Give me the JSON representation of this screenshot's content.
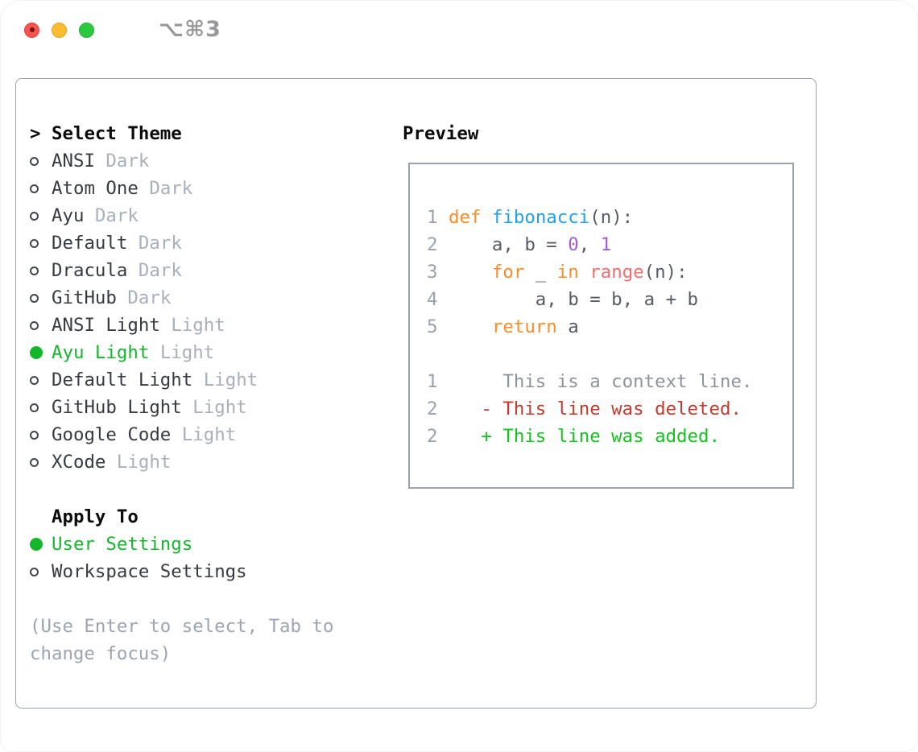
{
  "window": {
    "shortcut_label": "⌥⌘3"
  },
  "colors": {
    "sel_green": "#14b72c",
    "kw_orange": "#f98d2b",
    "fn_blue": "#21a0f0",
    "builtin_red": "#f56d6d",
    "num_purple": "#a05fd2",
    "code_text": "#565c63",
    "line_number": "#9aa2ad",
    "context_gray": "#8d949c",
    "diff_del": "#c43a2c",
    "diff_add": "#15c21f",
    "item_text": "#363b42",
    "tag_gray": "#a7b0bb",
    "hint_gray": "#9ba5b1",
    "border_gray": "#9aa3ae",
    "traffic_red": "#f4564f",
    "traffic_yellow": "#fcbc2f",
    "traffic_green": "#2bc840",
    "shortcut_gray": "#97989b"
  },
  "theme_list": {
    "header_prefix": ">",
    "header": "Select Theme",
    "items": [
      {
        "name": "ANSI",
        "tag": "Dark",
        "selected": false
      },
      {
        "name": "Atom One",
        "tag": "Dark",
        "selected": false
      },
      {
        "name": "Ayu",
        "tag": "Dark",
        "selected": false
      },
      {
        "name": "Default",
        "tag": "Dark",
        "selected": false
      },
      {
        "name": "Dracula",
        "tag": "Dark",
        "selected": false
      },
      {
        "name": "GitHub",
        "tag": "Dark",
        "selected": false
      },
      {
        "name": "ANSI Light",
        "tag": "Light",
        "selected": false
      },
      {
        "name": "Ayu Light",
        "tag": "Light",
        "selected": true
      },
      {
        "name": "Default Light",
        "tag": "Light",
        "selected": false
      },
      {
        "name": "GitHub Light",
        "tag": "Light",
        "selected": false
      },
      {
        "name": "Google Code",
        "tag": "Light",
        "selected": false
      },
      {
        "name": "XCode",
        "tag": "Light",
        "selected": false
      }
    ]
  },
  "apply_to": {
    "header": "Apply To",
    "options": [
      {
        "label": "User Settings",
        "selected": true
      },
      {
        "label": "Workspace Settings",
        "selected": false
      }
    ]
  },
  "hint": {
    "line1": "(Use Enter to select, Tab to",
    "line2": "change focus)"
  },
  "preview": {
    "header": "Preview",
    "code_lines": [
      {
        "segments": [
          {
            "t": "1 ",
            "c": "ln"
          },
          {
            "t": "def",
            "c": "kw"
          },
          {
            "t": " ",
            "c": "code"
          },
          {
            "t": "fibonacci",
            "c": "fn"
          },
          {
            "t": "(n):",
            "c": "code"
          }
        ]
      },
      {
        "segments": [
          {
            "t": "2",
            "c": "ln"
          },
          {
            "t": "     a, b = ",
            "c": "code"
          },
          {
            "t": "0",
            "c": "num"
          },
          {
            "t": ", ",
            "c": "code"
          },
          {
            "t": "1",
            "c": "num"
          }
        ]
      },
      {
        "segments": [
          {
            "t": "3",
            "c": "ln"
          },
          {
            "t": "     ",
            "c": "code"
          },
          {
            "t": "for",
            "c": "kw"
          },
          {
            "t": " _ ",
            "c": "code"
          },
          {
            "t": "in",
            "c": "kw"
          },
          {
            "t": " ",
            "c": "code"
          },
          {
            "t": "range",
            "c": "builtin"
          },
          {
            "t": "(n):",
            "c": "code"
          }
        ]
      },
      {
        "segments": [
          {
            "t": "4",
            "c": "ln"
          },
          {
            "t": "         a, b = b, a + b",
            "c": "code"
          }
        ]
      },
      {
        "segments": [
          {
            "t": "5",
            "c": "ln"
          },
          {
            "t": "     ",
            "c": "code"
          },
          {
            "t": "return",
            "c": "kw"
          },
          {
            "t": " a",
            "c": "code"
          }
        ]
      },
      {
        "segments": []
      },
      {
        "segments": [
          {
            "t": "1",
            "c": "ln"
          },
          {
            "t": "      This is a context line.",
            "c": "ctx"
          }
        ]
      },
      {
        "segments": [
          {
            "t": "2",
            "c": "ln"
          },
          {
            "t": "    - This line was deleted.",
            "c": "del"
          }
        ]
      },
      {
        "segments": [
          {
            "t": "2",
            "c": "ln"
          },
          {
            "t": "    + This line was added.",
            "c": "add"
          }
        ]
      }
    ]
  }
}
